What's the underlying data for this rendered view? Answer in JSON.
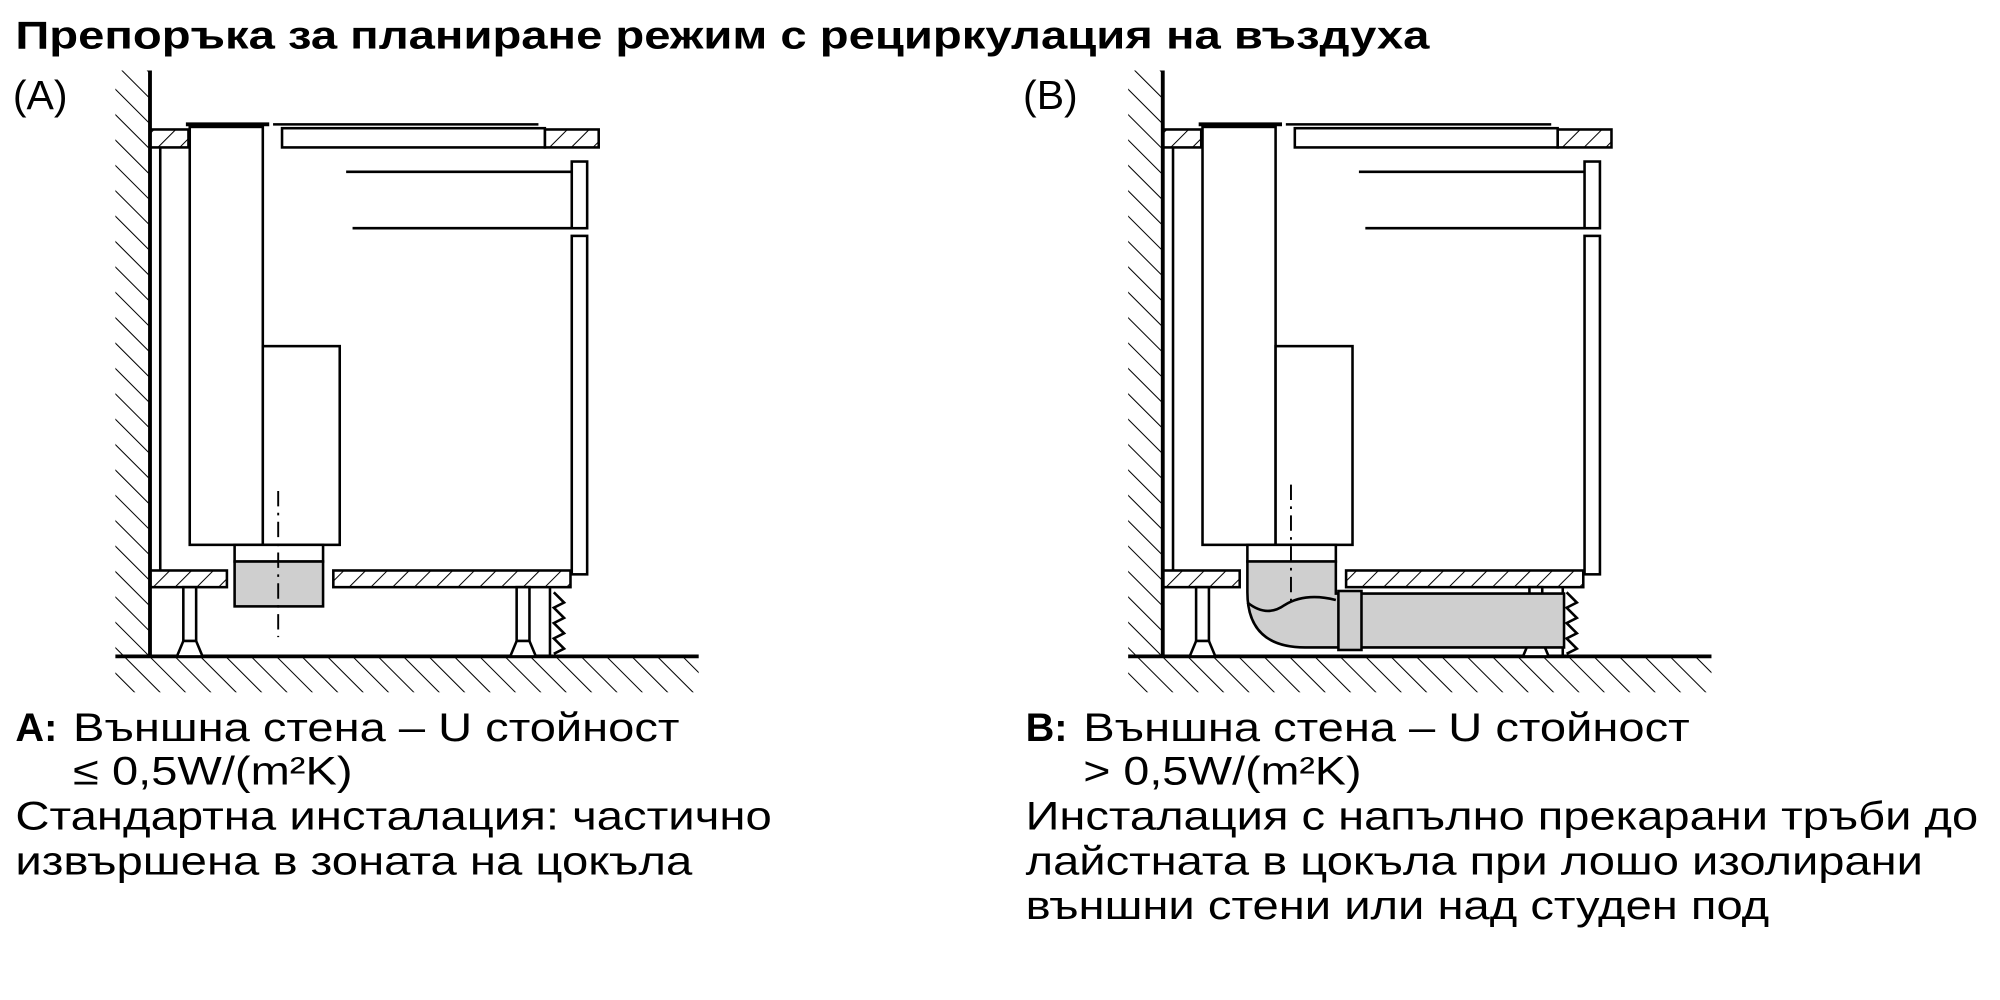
{
  "title": "Препоръка за планиране режим с рециркулация на въздуха",
  "colors": {
    "ink": "#000000",
    "duct_fill": "#cfcfcf",
    "background": "#ffffff"
  },
  "panels": [
    {
      "label": "(A)",
      "key": "A:",
      "heading": "Външна стена – U стойност",
      "value": "≤ 0,5W/(m²K)",
      "description": [
        "Стандартна инсталация: частично",
        "извършена в зоната на цокъла"
      ]
    },
    {
      "label": "(B)",
      "key": "B:",
      "heading": "Външна стена – U стойност",
      "value": "> 0,5W/(m²K)",
      "description": [
        "Инсталация с напълно прекарани тръби до",
        "лайстната в цокъла при лошо изолирани",
        "външни стени или над студен под"
      ]
    }
  ]
}
